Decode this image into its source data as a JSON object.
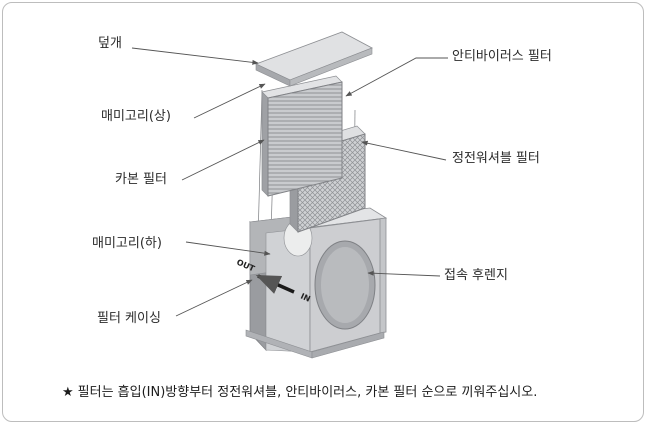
{
  "labels": {
    "cover": "덮개",
    "upper_mesh": "매미고리(상)",
    "carbon_filter": "카본 필터",
    "lower_mesh": "매미고리(하)",
    "filter_casing": "필터 케이싱",
    "antivirus_filter": "안티바이러스 필터",
    "electrostatic_filter": "정전워셔블 필터",
    "connection_flange": "접속 후렌지"
  },
  "marks": {
    "out": "OUT",
    "in": "IN"
  },
  "note": {
    "star": "★",
    "text": "필터는 흡입(IN)방향부터 정전워셔블, 안티바이러스, 카본 필터 순으로 끼워주십시오."
  },
  "colors": {
    "metal_light": "#d9dadc",
    "metal_mid": "#bfc1c4",
    "metal_dark": "#9a9ca0",
    "leader": "#555555",
    "text": "#2b2b2b"
  }
}
